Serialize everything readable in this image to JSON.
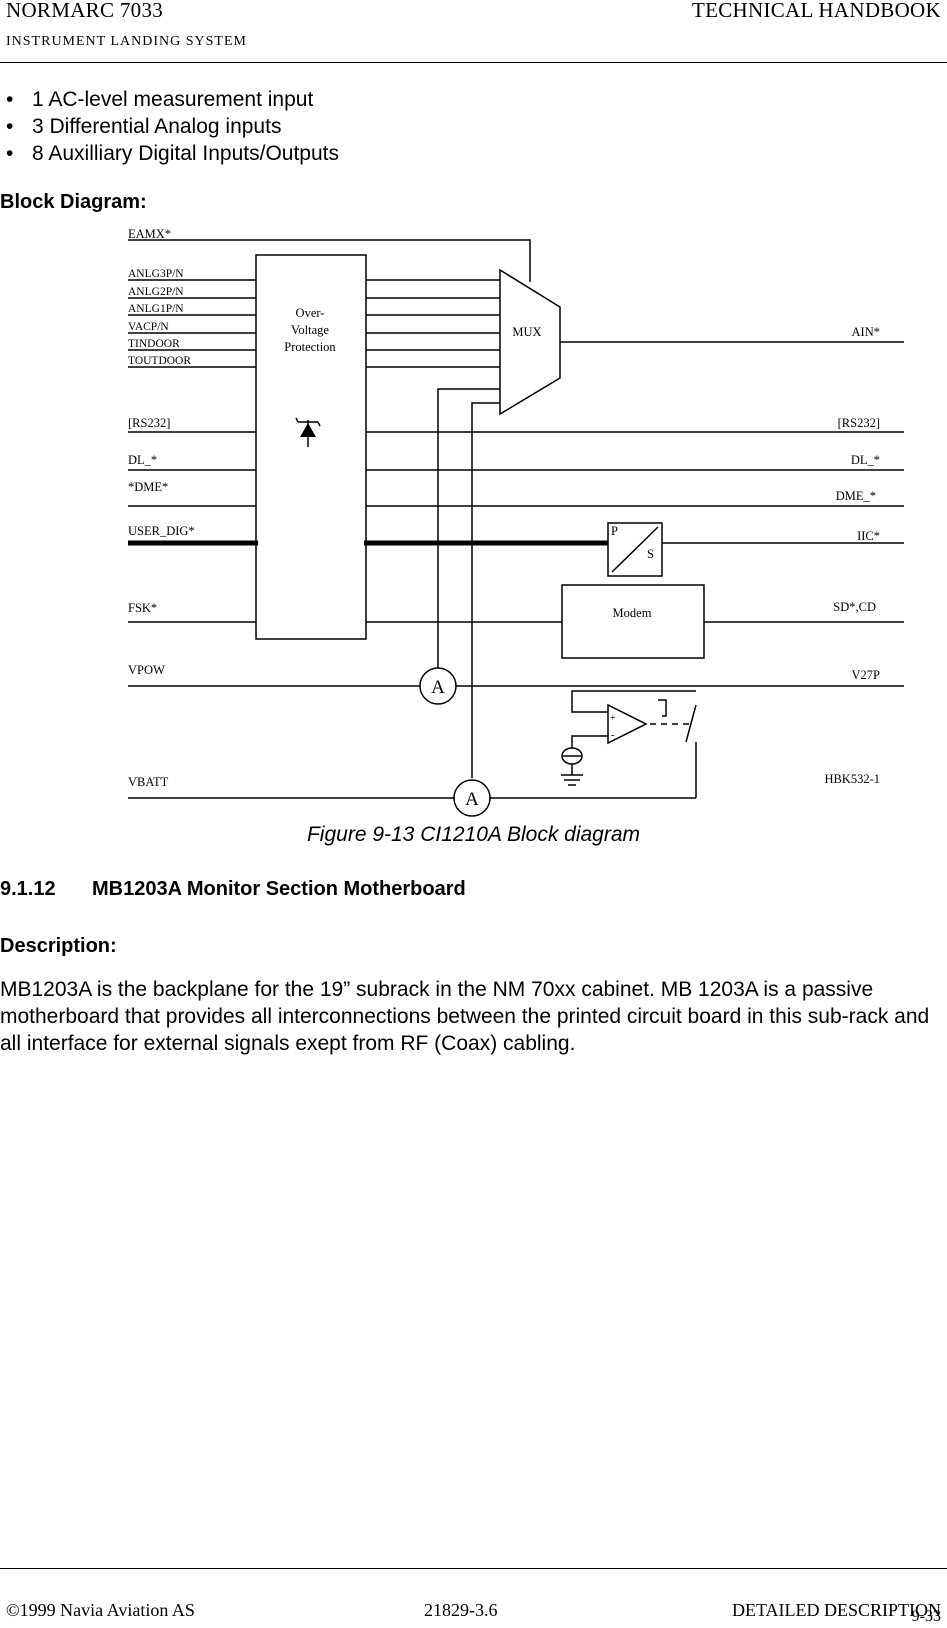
{
  "header": {
    "left_title": "NORMARC 7033",
    "left_subtitle": "INSTRUMENT LANDING SYSTEM",
    "right_title": "TECHNICAL HANDBOOK"
  },
  "bullets": [
    "1 AC-level measurement input",
    "3 Differential Analog inputs",
    "8 Auxilliary Digital Inputs/Outputs"
  ],
  "block_heading": "Block Diagram:",
  "diagram": {
    "left_labels": [
      "EAMX*",
      "ANLG3P/N",
      "ANLG2P/N",
      "ANLG1P/N",
      "VACP/N",
      "TINDOOR",
      "TOUTDOOR",
      "[RS232]",
      "DL_*",
      "*DME*",
      "USER_DIG*",
      "FSK*",
      "VPOW",
      "VBATT"
    ],
    "right_labels": [
      "AIN*",
      "[RS232]",
      "DL_*",
      "DME_*",
      "IIC*",
      "SD*,CD",
      "V27P",
      "HBK532-1"
    ],
    "ovp_lines": [
      "Over-",
      "Voltage",
      "Protection"
    ],
    "mux": "MUX",
    "modem": "Modem",
    "ps_p": "P",
    "ps_s": "S",
    "ammeter": "A",
    "op_plus": "+",
    "op_minus": "-"
  },
  "caption": "Figure 9-13 CI1210A Block diagram",
  "section": {
    "number": "9.1.12",
    "title": "MB1203A Monitor Section Motherboard"
  },
  "description_heading": "Description:",
  "description_text": "MB1203A is the backplane for the 19” subrack in the NM 70xx cabinet. MB 1203A is a passive motherboard that provides all interconnections between the printed circuit board in this sub-rack and all interface for external signals exept from RF (Coax) cabling.",
  "footer": {
    "left": "©1999 Navia Aviation AS",
    "center": "21829-3.6",
    "right": "DETAILED DESCRIPTION",
    "page": "9-33"
  }
}
